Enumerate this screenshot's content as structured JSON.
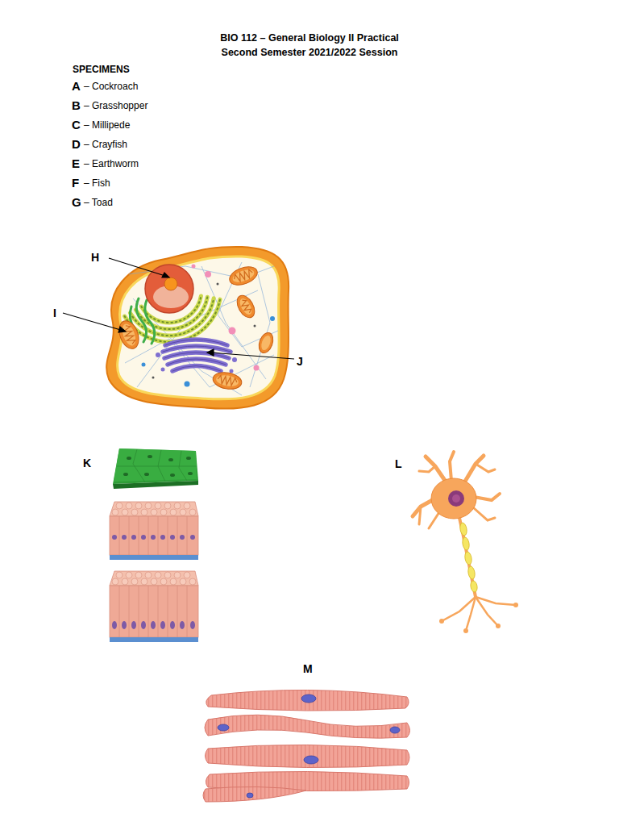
{
  "diagram": {
    "title": "BIO 112 – General Biology II Practical",
    "labels": [
      "Second Semester 2021/2022 Session",
      "SPECIMENS",
      "A",
      "– Cockroach",
      "B",
      "– Grasshopper",
      "C",
      "– Millipede",
      "D",
      "– Crayfish",
      "E",
      "– Earthworm",
      "F",
      "– Fish",
      "G",
      "– Toad",
      "H",
      "I",
      "J",
      "K",
      "L",
      "M"
    ]
  }
}
